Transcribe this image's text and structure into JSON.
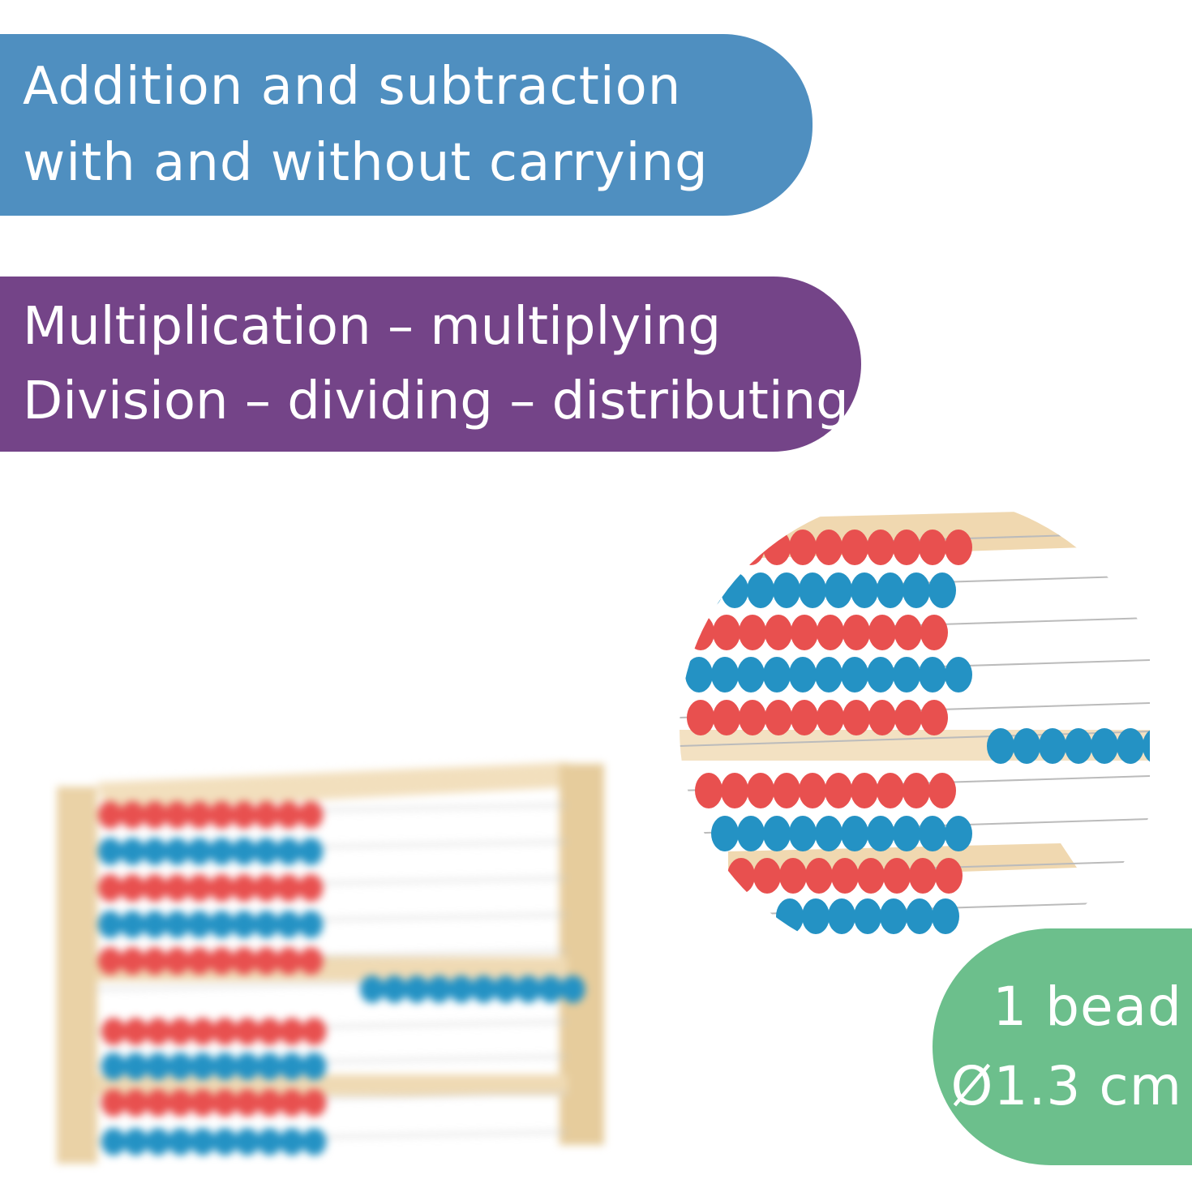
{
  "colors": {
    "banner_top": "#4f8fc0",
    "banner_mid": "#744488",
    "badge": "#6cbf8c",
    "bead_red": "#e8504f",
    "bead_blue": "#2492c4",
    "wood": "#ecd4aa"
  },
  "banners": {
    "top": {
      "line1": "Addition and subtraction",
      "line2": "with and without carrying"
    },
    "middle": {
      "line1": "Multiplication – multiplying",
      "line2": "Division – dividing – distributing"
    }
  },
  "badge": {
    "line1": "1 bead",
    "line2": "Ø1.3 cm"
  },
  "images": {
    "main": "abacus-photo",
    "zoom": "bead-closeup-photo"
  }
}
